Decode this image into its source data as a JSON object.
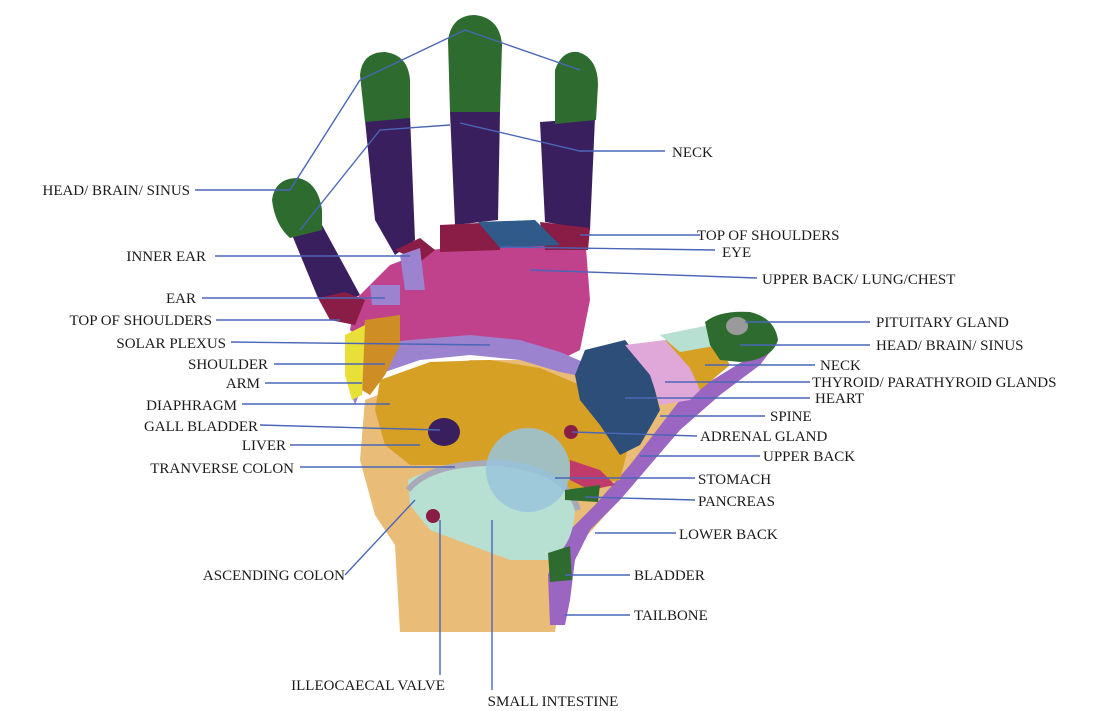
{
  "labels": {
    "neck_top": "NECK",
    "head_brain_sinus_left": "HEAD/ BRAIN/ SINUS",
    "top_of_shoulders_right": "TOP OF SHOULDERS",
    "inner_ear": "INNER EAR",
    "eye": "EYE",
    "upper_back_lung_chest": "UPPER BACK/ LUNG/CHEST",
    "ear": "EAR",
    "top_of_shoulders_left": "TOP OF SHOULDERS",
    "pituitary_gland": "PITUITARY GLAND",
    "solar_plexus": "SOLAR PLEXUS",
    "head_brain_sinus_right": "HEAD/ BRAIN/ SINUS",
    "shoulder": "SHOULDER",
    "neck_thumb": "NECK",
    "arm": "ARM",
    "thyroid_parathyroid": "THYROID/ PARATHYROID GLANDS",
    "heart": "HEART",
    "diaphragm": "DIAPHRAGM",
    "spine": "SPINE",
    "gall_bladder": "GALL BLADDER",
    "adrenal_gland": "ADRENAL GLAND",
    "liver": "LIVER",
    "upper_back": "UPPER BACK",
    "transverse_colon": "TRANVERSE COLON",
    "stomach": "STOMACH",
    "pancreas": "PANCREAS",
    "lower_back": "LOWER BACK",
    "ascending_colon": "ASCENDING COLON",
    "bladder": "BLADDER",
    "tailbone": "TAILBONE",
    "illeocaecal_valve": "ILLEOCAECAL VALVE",
    "small_intestine": "SMALL INTESTINE"
  },
  "colors": {
    "head_green": "#2e6b2e",
    "neck_navy": "#3a1f5e",
    "shoulder_crimson": "#8a1d45",
    "eye_blue": "#2f5a8a",
    "chest_magenta": "#c0428c",
    "solar_lavender": "#9c83cf",
    "shoulder_gold": "#cf8d25",
    "arm_yellow": "#e8e038",
    "liver_gold": "#d6a024",
    "wrist_tan": "#e9bc78",
    "intestine_mint": "#b8e0d2",
    "stomach_blue": "#98c4dc",
    "spine_purple": "#9a66c2",
    "heart_steel": "#2c4e78",
    "thyroid_pink": "#e0a8d8",
    "pituitary_grey": "#9a9a9a",
    "leader_blue": "#4a66b8"
  }
}
